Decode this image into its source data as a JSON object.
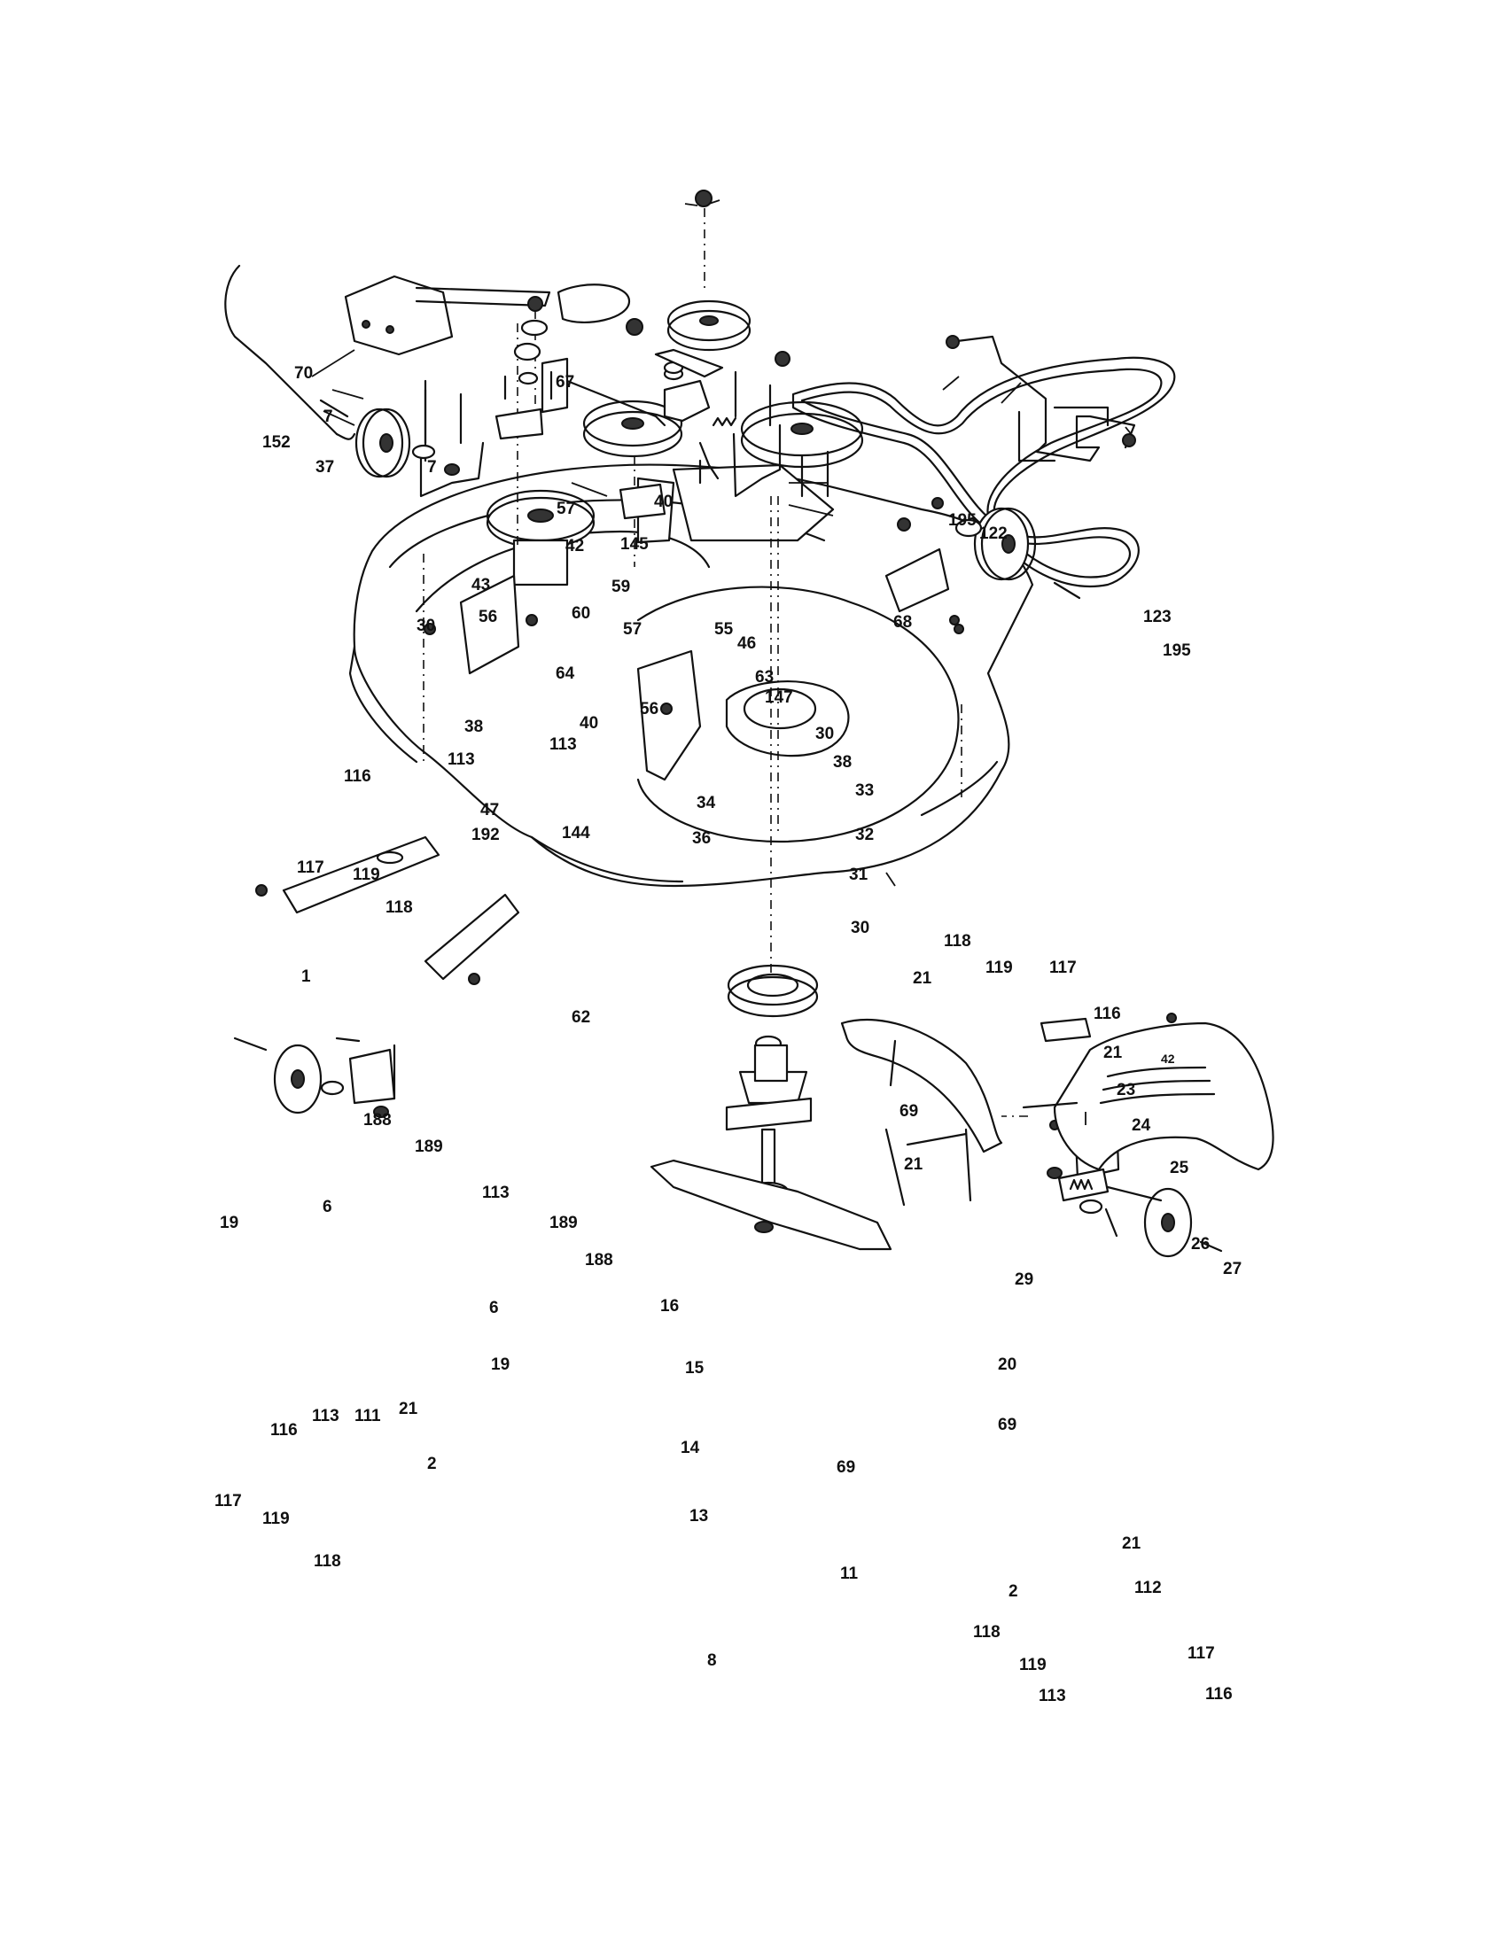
{
  "parts": {
    "p1": "1",
    "p2": "2",
    "p6": "6",
    "p7": "7",
    "p8": "8",
    "p11": "11",
    "p13": "13",
    "p14": "14",
    "p15": "15",
    "p16": "16",
    "p19": "19",
    "p20": "20",
    "p21": "21",
    "p23": "23",
    "p24": "24",
    "p25": "25",
    "p26": "26",
    "p27": "27",
    "p29": "29",
    "p30": "30",
    "p31": "31",
    "p32": "32",
    "p33": "33",
    "p34": "34",
    "p36": "36",
    "p37": "37",
    "p38": "38",
    "p40": "40",
    "p42": "42",
    "p43": "43",
    "p46": "46",
    "p47": "47",
    "p55": "55",
    "p56": "56",
    "p57": "57",
    "p59": "59",
    "p60": "60",
    "p62": "62",
    "p63": "63",
    "p64": "64",
    "p67": "67",
    "p68": "68",
    "p69": "69",
    "p70": "70",
    "p111": "111",
    "p112": "112",
    "p113": "113",
    "p116": "116",
    "p117": "117",
    "p118": "118",
    "p119": "119",
    "p122": "122",
    "p123": "123",
    "p144": "144",
    "p145": "145",
    "p147": "147",
    "p152": "152",
    "p188": "188",
    "p189": "189",
    "p192": "192",
    "p195": "195"
  },
  "deflector_stamp": "42"
}
